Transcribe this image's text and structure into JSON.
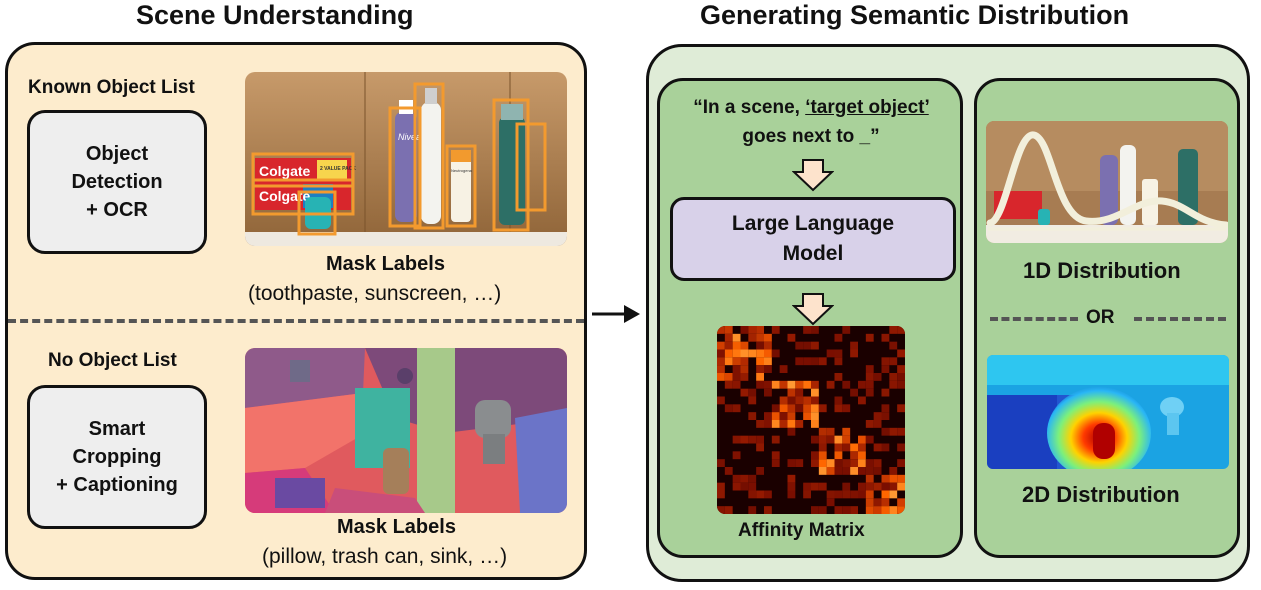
{
  "titles": {
    "left": "Scene Understanding",
    "right": "Generating Semantic Distribution"
  },
  "known": {
    "heading": "Known Object List",
    "process": "Object\nDetection\n+ OCR",
    "mask_title": "Mask Labels",
    "mask_list": "(toothpaste, sunscreen, …)",
    "photo_text": {
      "brand": "Colgate",
      "pack": "2 VALUE PACK",
      "lotion": "Nivea",
      "sunscreen": "Neutrogena"
    }
  },
  "unknown": {
    "heading": "No Object List",
    "process": "Smart\nCropping\n+ Captioning",
    "mask_title": "Mask Labels",
    "mask_list": "(pillow, trash can, sink, …)"
  },
  "llm": {
    "prompt_start": "“In a scene, ",
    "prompt_target": "‘target object’",
    "prompt_end": " goes next to _”",
    "model": "Large Language\nModel",
    "matrix_label": "Affinity Matrix"
  },
  "outputs": {
    "dist_1d": "1D Distribution",
    "or": "OR",
    "dist_2d": "2D Distribution"
  },
  "colors": {
    "left_panel": "#fdeccd",
    "right_panel": "#dfecd7",
    "inner_panel": "#a9d19a",
    "llm_box": "#d8d1e9",
    "process_box": "#eeeeee",
    "detection_box": "#f39a2e",
    "arrow_fill": "#fde3cc"
  }
}
